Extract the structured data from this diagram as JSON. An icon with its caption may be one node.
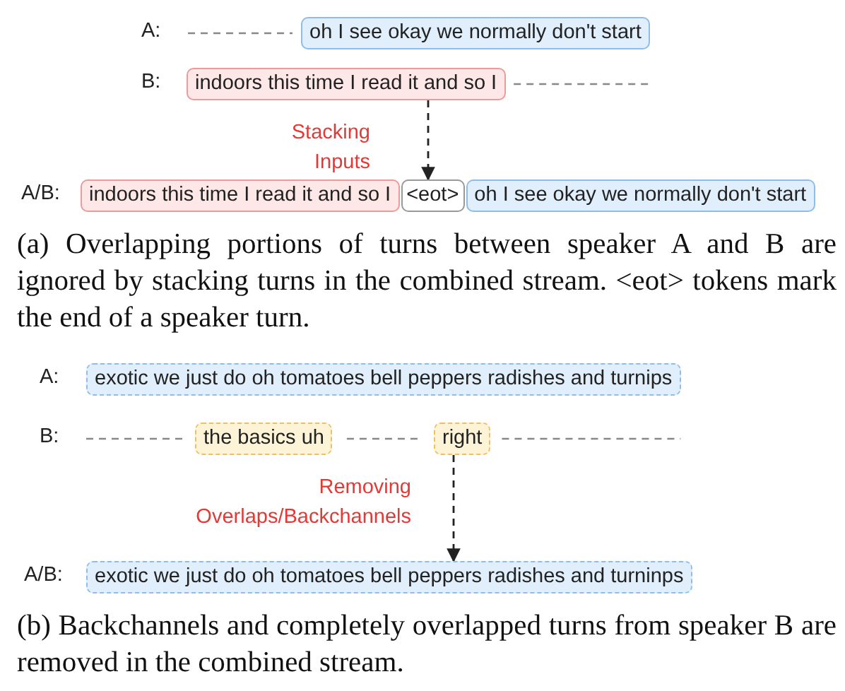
{
  "diagram": {
    "nodes": [
      {
        "text": [
          "oh I see okay we normally don't start"
        ]
      },
      {
        "text": [
          "indoors this time I read it and so I"
        ]
      },
      {
        "text": [
          "indoors this time I read it and so I"
        ]
      },
      {
        "text": [
          "<eot>"
        ]
      },
      {
        "text": [
          "oh I see okay we normally don't start"
        ]
      },
      {
        "text": [
          "exotic we just do oh tomatoes bell peppers radishes and turnips"
        ]
      },
      {
        "text": [
          "the basics uh"
        ]
      },
      {
        "text": [
          "right"
        ]
      },
      {
        "text": [
          "exotic we just do oh tomatoes bell peppers radishes and turninps"
        ]
      }
    ],
    "edges": [
      {
        "from": 1,
        "to": 3,
        "arrow": "to",
        "style": "dashed",
        "label": "Stacking Inputs"
      },
      {
        "from": 7,
        "to": 8,
        "arrow": "to",
        "style": "dashed",
        "label": "Removing Overlaps/Backchannels"
      }
    ],
    "labels": [
      "A:",
      "B:",
      "A/B:",
      "(a) Overlapping portions of turns between speaker A and B are ignored by stacking turns in the combined stream. <eot> tokens mark the end of a speaker turn.",
      "A:",
      "B:",
      "A/B:",
      "(b) Backchannels and completely overlapped turns from speaker B are removed in the combined stream."
    ]
  }
}
